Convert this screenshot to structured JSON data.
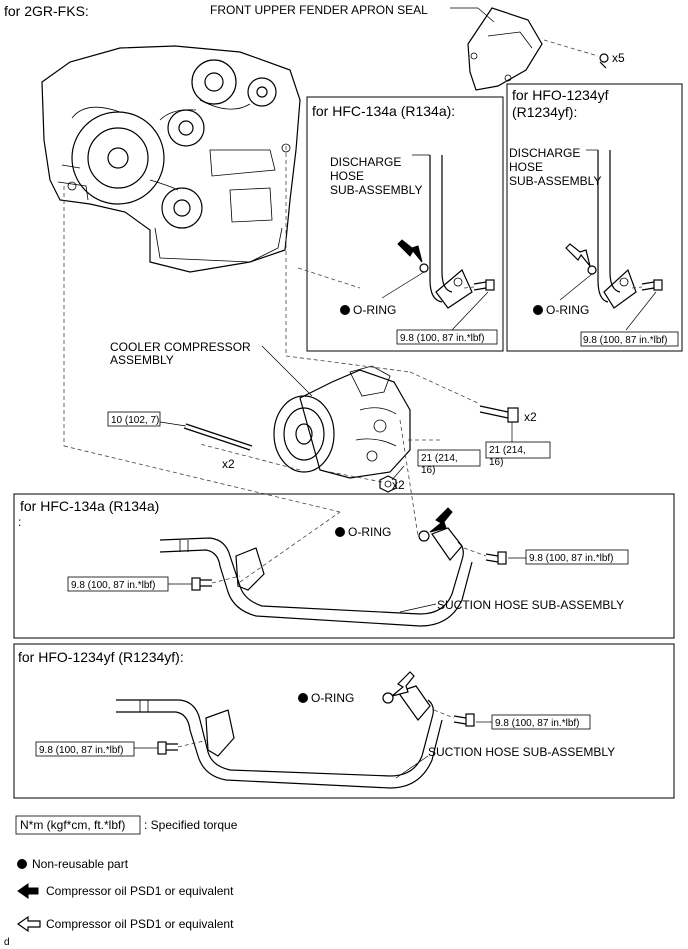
{
  "title": "for 2GR-FKS:",
  "labels": {
    "fender_seal": "FRONT UPPER FENDER APRON SEAL",
    "fender_seal_qty": "x5",
    "compressor_line1": "COOLER COMPRESSOR",
    "compressor_line2": "ASSEMBLY",
    "discharge_line1": "DISCHARGE",
    "discharge_line2": "HOSE",
    "discharge_line3": "SUB-ASSEMBLY",
    "oring": "O-RING",
    "suction_hose": "SUCTION HOSE SUB-ASSEMBLY",
    "bolt_qty": "x2",
    "stud_qty": "x2",
    "nut_qty": "x2"
  },
  "panels": {
    "top_left_title": "for HFC-134a (R134a):",
    "top_right_title_line1": "for HFO-1234yf",
    "top_right_title_line2": "(R1234yf):",
    "mid_title": "for HFC-134a (R134a)",
    "mid_title_suffix": ":",
    "bottom_title": "for HFO-1234yf (R1234yf):"
  },
  "torques": {
    "stud": "10 (102, 7)",
    "bolt_line1": "21 (214,",
    "bolt_line2": "16)",
    "nut_line1": "21 (214,",
    "nut_line2": "16)",
    "hose": "9.8 (100, 87 in.*lbf)"
  },
  "legend": {
    "torque_box": "N*m (kgf*cm, ft.*lbf)",
    "torque_desc": ": Specified torque",
    "nonreusable": "Non-reusable part",
    "oil_filled": "Compressor oil PSD1 or equivalent",
    "oil_outline": "Compressor oil PSD1 or equivalent"
  },
  "footer_code": "d"
}
